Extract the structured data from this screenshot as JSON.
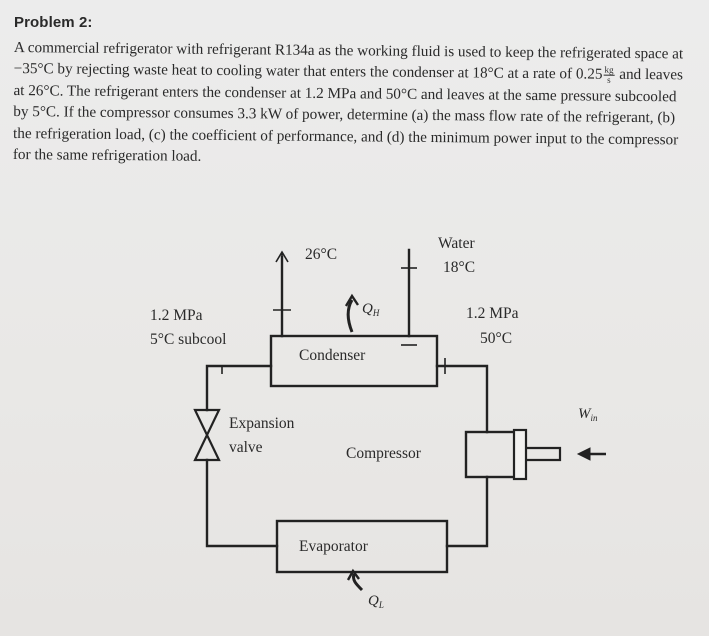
{
  "problem": {
    "title": "Problem 2:",
    "lines": [
      "A commercial refrigerator with refrigerant R134a as the working fluid is used to keep the refrigerated space at",
      "−35°C by rejecting waste heat to cooling water that enters the condenser at 18°C at a rate of 0.25",
      "at 26°C.  The refrigerant enters the condenser at 1.2 MPa and 50°C and leaves at the same pressure subcooled",
      "by 5°C.  If the compressor consumes 3.3 kW of power, determine (a) the mass flow rate of the refrigerant, (b)",
      "the refrigeration load, (c) the coefficient of performance, and (d) the minimum power input to the compressor",
      "for the same refrigeration load."
    ],
    "rate_unit_num": "kg",
    "rate_unit_den": "s",
    "line2_suffix": "and leaves"
  },
  "diagram": {
    "water_out_temp": "26°C",
    "water_label": "Water",
    "water_in_temp": "18°C",
    "qh_symbol": "Q",
    "qh_sub": "H",
    "left_pressure": "1.2 MPa",
    "left_state": "5°C subcool",
    "right_pressure": "1.2 MPa",
    "right_temp": "50°C",
    "condenser_label": "Condenser",
    "expansion_line1": "Expansion",
    "expansion_line2": "valve",
    "compressor_label": "Compressor",
    "win_symbol": "W",
    "win_sub": "in",
    "evaporator_label": "Evaporator",
    "ql_symbol": "Q",
    "ql_sub": "L"
  }
}
